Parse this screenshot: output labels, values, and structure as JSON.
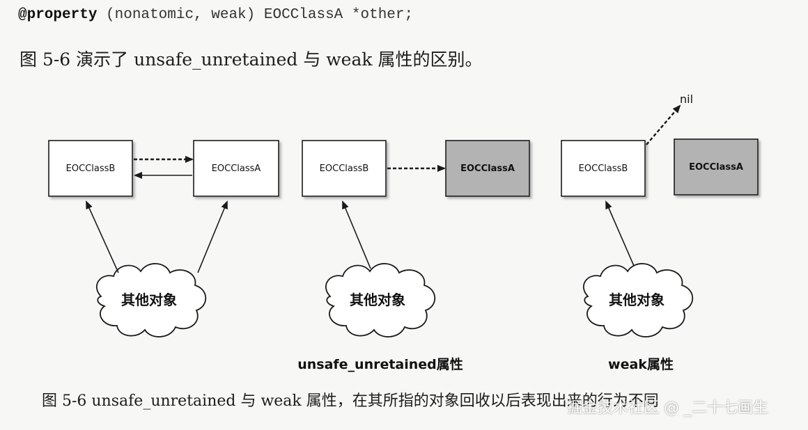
{
  "code": {
    "keyword": "@property",
    "rest": " (nonatomic, weak) EOCClassA *other;"
  },
  "intro_text": "图 5-6 演示了 unsafe_unretained 与 weak 属性的区别。",
  "figure": {
    "panels": [
      {
        "box_b": "EOCClassB",
        "box_a": "EOCClassA",
        "cloud": "其他对象",
        "label": ""
      },
      {
        "box_b": "EOCClassB",
        "box_a": "EOCClassA",
        "cloud": "其他对象",
        "label": "unsafe_unretained属性"
      },
      {
        "box_b": "EOCClassB",
        "box_a": "EOCClassA",
        "cloud": "其他对象",
        "label": "weak属性",
        "nil_label": "nil"
      }
    ],
    "colors": {
      "box_white": "#ffffff",
      "box_gray": "#b3b3b3",
      "stroke": "#1a1a1a"
    }
  },
  "caption": "图 5-6    unsafe_unretained 与 weak 属性，在其所指的对象回收以后表现出来的行为不同",
  "watermark": "掘金技术社区 @ _二十七画生"
}
